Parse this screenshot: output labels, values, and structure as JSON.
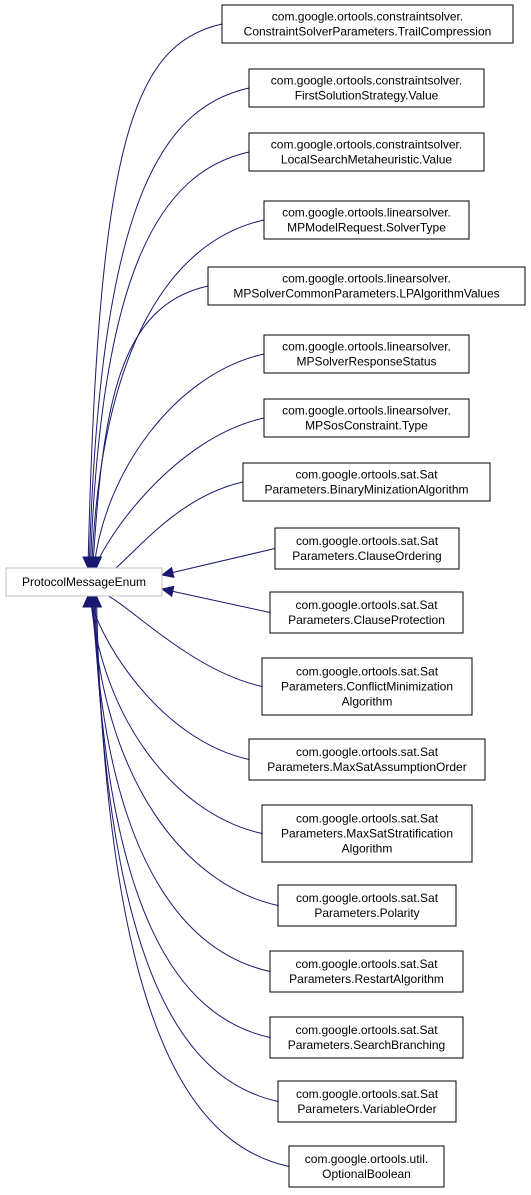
{
  "diagram": {
    "base": {
      "label": "ProtocolMessageEnum"
    },
    "derived": [
      {
        "lines": [
          "com.google.ortools.constraintsolver.",
          "ConstraintSolverParameters.TrailCompression"
        ]
      },
      {
        "lines": [
          "com.google.ortools.constraintsolver.",
          "FirstSolutionStrategy.Value"
        ]
      },
      {
        "lines": [
          "com.google.ortools.constraintsolver.",
          "LocalSearchMetaheuristic.Value"
        ]
      },
      {
        "lines": [
          "com.google.ortools.linearsolver.",
          "MPModelRequest.SolverType"
        ]
      },
      {
        "lines": [
          "com.google.ortools.linearsolver.",
          "MPSolverCommonParameters.LPAlgorithmValues"
        ]
      },
      {
        "lines": [
          "com.google.ortools.linearsolver.",
          "MPSolverResponseStatus"
        ]
      },
      {
        "lines": [
          "com.google.ortools.linearsolver.",
          "MPSosConstraint.Type"
        ]
      },
      {
        "lines": [
          "com.google.ortools.sat.Sat",
          "Parameters.BinaryMinizationAlgorithm"
        ]
      },
      {
        "lines": [
          "com.google.ortools.sat.Sat",
          "Parameters.ClauseOrdering"
        ]
      },
      {
        "lines": [
          "com.google.ortools.sat.Sat",
          "Parameters.ClauseProtection"
        ]
      },
      {
        "lines": [
          "com.google.ortools.sat.Sat",
          "Parameters.ConflictMinimization",
          "Algorithm"
        ]
      },
      {
        "lines": [
          "com.google.ortools.sat.Sat",
          "Parameters.MaxSatAssumptionOrder"
        ]
      },
      {
        "lines": [
          "com.google.ortools.sat.Sat",
          "Parameters.MaxSatStratification",
          "Algorithm"
        ]
      },
      {
        "lines": [
          "com.google.ortools.sat.Sat",
          "Parameters.Polarity"
        ]
      },
      {
        "lines": [
          "com.google.ortools.sat.Sat",
          "Parameters.RestartAlgorithm"
        ]
      },
      {
        "lines": [
          "com.google.ortools.sat.Sat",
          "Parameters.SearchBranching"
        ]
      },
      {
        "lines": [
          "com.google.ortools.sat.Sat",
          "Parameters.VariableOrder"
        ]
      },
      {
        "lines": [
          "com.google.ortools.util.",
          "OptionalBoolean"
        ]
      }
    ],
    "colors": {
      "edge": "#191970",
      "node_border": "#000000",
      "base_border": "#bfbfbf",
      "node_fill": "#ffffff",
      "text": "#000000"
    }
  }
}
